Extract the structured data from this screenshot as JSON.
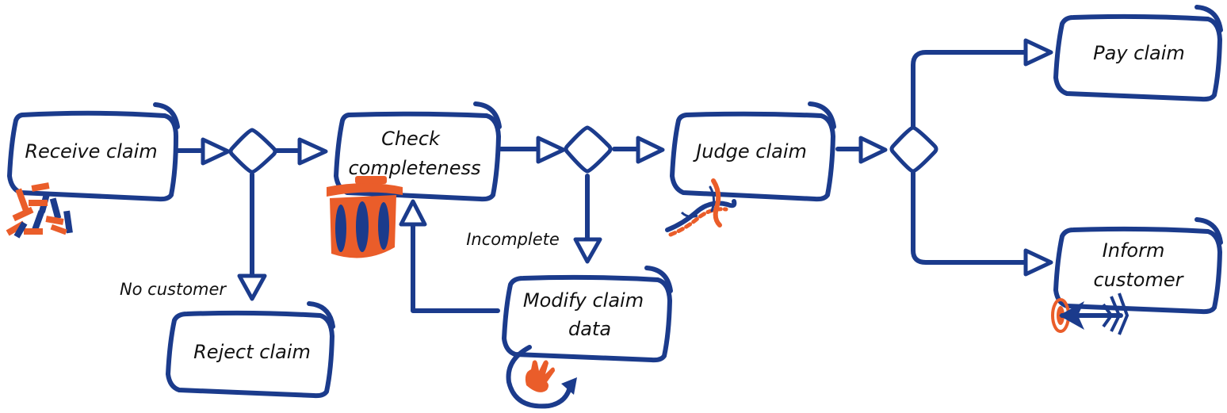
{
  "colors": {
    "primary": "#1b3b8c",
    "accent": "#ea5d2a",
    "text": "#111111",
    "background": "#ffffff"
  },
  "tasks": {
    "receive_claim": {
      "lines": [
        "Receive claim"
      ],
      "icon": "blocks-icon"
    },
    "check_completeness": {
      "lines": [
        "Check",
        "completeness"
      ],
      "icon": "trash-can-icon"
    },
    "judge_claim": {
      "lines": [
        "Judge claim"
      ],
      "icon": "knot-rope-icon"
    },
    "pay_claim": {
      "lines": [
        "Pay claim"
      ]
    },
    "reject_claim": {
      "lines": [
        "Reject claim"
      ]
    },
    "modify_claim_data": {
      "lines": [
        "Modify claim",
        "data"
      ],
      "icon": "hand-loop-icon"
    },
    "inform_customer": {
      "lines": [
        "Inform",
        "customer"
      ],
      "icon": "arrow-target-icon"
    }
  },
  "edge_labels": {
    "no_customer": "No customer",
    "incomplete": "Incomplete"
  }
}
